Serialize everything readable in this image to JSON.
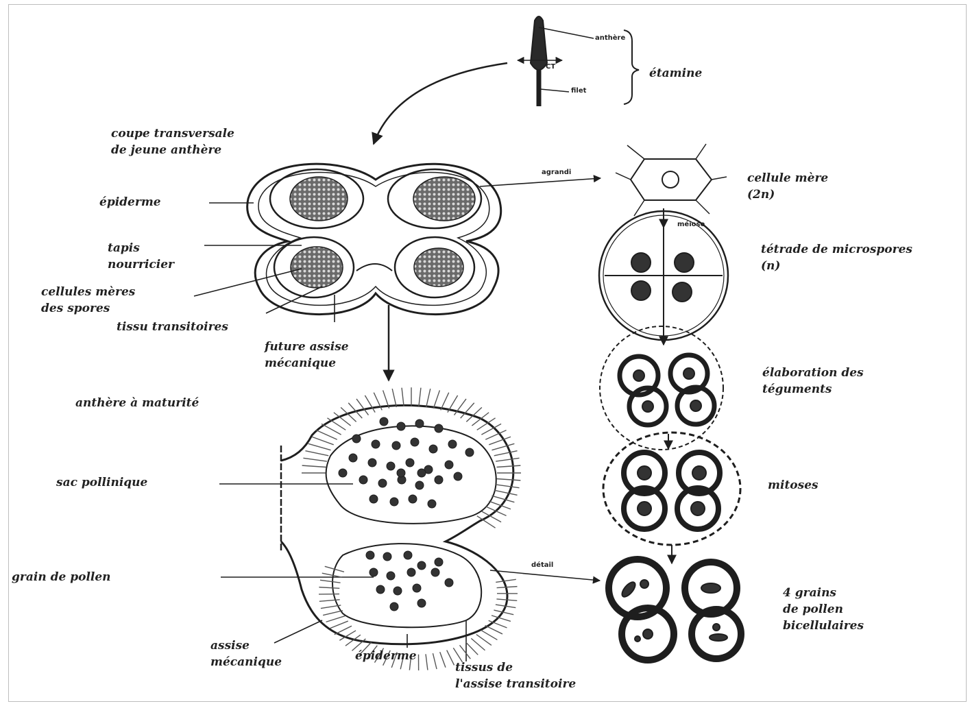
{
  "labels": {
    "etamine": "étamine",
    "anthere_small": "anthère",
    "ct": "CT",
    "filet": "filet",
    "coupe": "coupe transversale\nde jeune anthère",
    "epiderme_top": "épiderme",
    "tapis": "tapis\nnourricier",
    "cellules_meres": "cellules mères\ndes spores",
    "tissu_transitoire": "tissu transitoires",
    "future_assise": "future assise\nmécanique",
    "anthere_maturite": "anthère à maturité",
    "sac_pollinique": "sac pollinique",
    "grain_pollen": "grain de pollen",
    "assise_mecanique": "assise\nmécanique",
    "epiderme_bottom": "épiderme",
    "tissus_assise": "tissus de\nl'assise transitoire",
    "cellule_mere": "cellule mère\n(2n)",
    "agrandi": "agrandi",
    "meiose": "méiose",
    "tetrade": "tétrade de microspores\n(n)",
    "elaboration": "élaboration des\ntéguments",
    "mitoses": "mitoses",
    "detail": "détail",
    "grains_final": "4 grains\nde pollen\nbicellulaires"
  },
  "colors": {
    "ink": "#1e1e1e",
    "hatch": "#555555",
    "paper": "#ffffff"
  }
}
